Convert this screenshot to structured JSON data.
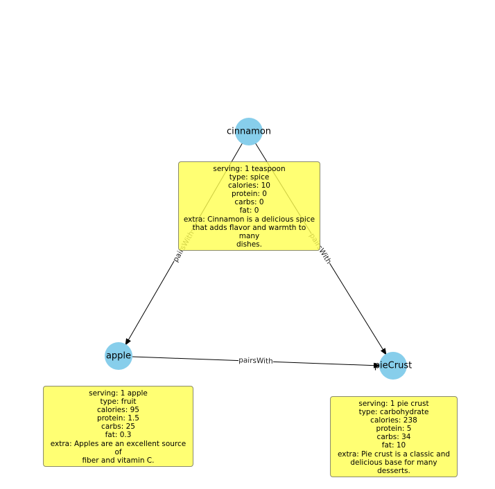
{
  "colors": {
    "node": "#87ceeb",
    "box": "#ffff66",
    "edge": "#000000"
  },
  "nodes": [
    {
      "id": "cinnamon",
      "label": "cinnamon"
    },
    {
      "id": "apple",
      "label": "apple"
    },
    {
      "id": "pieCrust",
      "label": "pieCrust"
    }
  ],
  "edges": [
    {
      "from": "cinnamon",
      "to": "apple",
      "label": "pairsWith"
    },
    {
      "from": "cinnamon",
      "to": "pieCrust",
      "label": "pairsWith"
    },
    {
      "from": "apple",
      "to": "pieCrust",
      "label": "pairsWith"
    }
  ],
  "details": {
    "cinnamon": {
      "serving": "serving: 1 teaspoon",
      "type": "type: spice",
      "calories": "calories: 10",
      "protein": "protein: 0",
      "carbs": "carbs: 0",
      "fat": "fat: 0",
      "extra_1": "extra: Cinnamon is a delicious spice",
      "extra_2": "that adds flavor and warmth to many",
      "extra_3": "dishes."
    },
    "apple": {
      "serving": "serving: 1 apple",
      "type": "type: fruit",
      "calories": "calories: 95",
      "protein": "protein: 1.5",
      "carbs": "carbs: 25",
      "fat": "fat: 0.3",
      "extra_1": "extra: Apples are an excellent source of",
      "extra_2": "fiber and vitamin C."
    },
    "pieCrust": {
      "serving": "serving: 1 pie crust",
      "type": "type: carbohydrate",
      "calories": "calories: 238",
      "protein": "protein: 5",
      "carbs": "carbs: 34",
      "fat": "fat: 10",
      "extra_1": "extra: Pie crust is a classic and",
      "extra_2": "delicious base for many desserts."
    }
  }
}
